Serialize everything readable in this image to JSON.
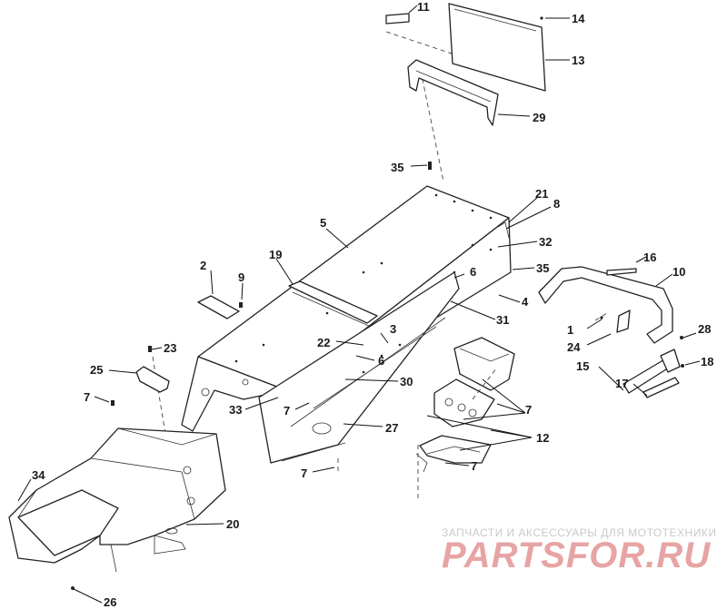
{
  "diagram": {
    "part_labels": {
      "p2": "2",
      "p3": "3",
      "p4": "4",
      "p5": "5",
      "p6a": "6",
      "p6b": "6",
      "p7a": "7",
      "p7b": "7",
      "p7c": "7",
      "p7d": "7",
      "p7e": "7",
      "p8": "8",
      "p9": "9",
      "p10": "10",
      "p11": "11",
      "p12": "12",
      "p13": "13",
      "p14": "14",
      "p15": "15",
      "p16": "16",
      "p17": "17",
      "p18": "18",
      "p19": "19",
      "p20": "20",
      "p21": "21",
      "p22": "22",
      "p23": "23",
      "p24": "24",
      "p25": "25",
      "p26": "26",
      "p27": "27",
      "p28": "28",
      "p29": "29",
      "p30": "30",
      "p31": "31",
      "p32": "32",
      "p33": "33",
      "p34": "34",
      "p35a": "35",
      "p35b": "35",
      "p1": "1"
    }
  },
  "watermark": {
    "tagline": "ЗАПЧАСТИ И АКСЕССУАРЫ ДЛЯ МОТОТЕХНИКИ",
    "logo_text": "PARTSFOR.RU"
  }
}
